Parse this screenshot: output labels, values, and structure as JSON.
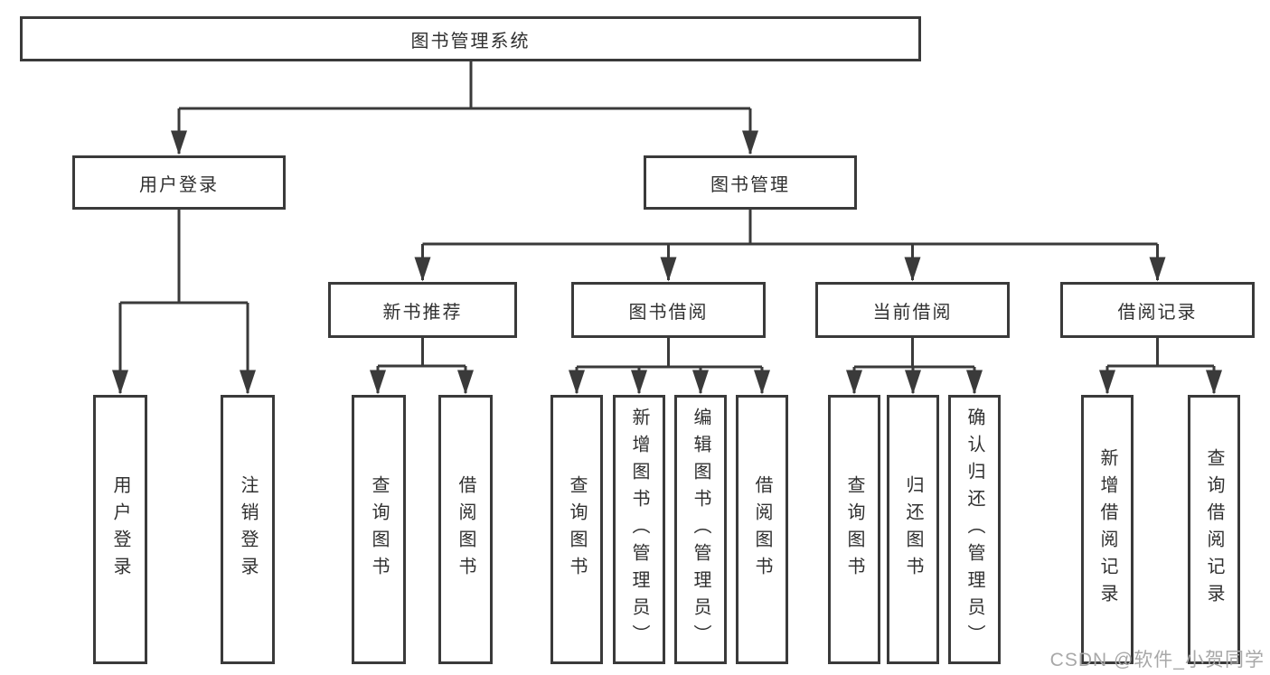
{
  "tree": {
    "label": "图书管理系统",
    "children": [
      {
        "label": "用户登录",
        "children": [
          {
            "label": "用户登录"
          },
          {
            "label": "注销登录"
          }
        ]
      },
      {
        "label": "图书管理",
        "children": [
          {
            "label": "新书推荐",
            "children": [
              {
                "label": "查询图书"
              },
              {
                "label": "借阅图书"
              }
            ]
          },
          {
            "label": "图书借阅",
            "children": [
              {
                "label": "查询图书"
              },
              {
                "label": "新增图书（管理员）"
              },
              {
                "label": "编辑图书（管理员）"
              },
              {
                "label": "借阅图书"
              }
            ]
          },
          {
            "label": "当前借阅",
            "children": [
              {
                "label": "查询图书"
              },
              {
                "label": "归还图书"
              },
              {
                "label": "确认归还（管理员）"
              }
            ]
          },
          {
            "label": "借阅记录",
            "children": [
              {
                "label": "新增借阅记录"
              },
              {
                "label": "查询借阅记录"
              }
            ]
          }
        ]
      }
    ]
  },
  "watermark": {
    "text": "CSDN @软件_小贺同学"
  },
  "colors": {
    "line": "#3a3a3a",
    "text": "#303030",
    "background": "#ffffff",
    "watermark": "#a8a8a8"
  }
}
